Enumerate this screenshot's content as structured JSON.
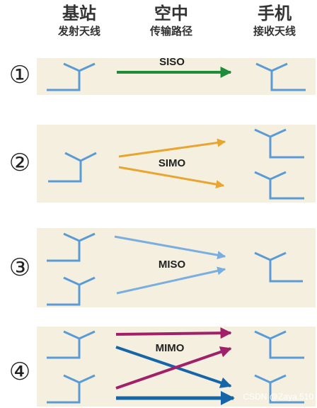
{
  "headers": {
    "base_station": {
      "title": "基站",
      "subtitle": "发射天线"
    },
    "air": {
      "title": "空中",
      "subtitle": "传输路径"
    },
    "phone": {
      "title": "手机",
      "subtitle": "接收天线"
    }
  },
  "rows": [
    {
      "number": "①",
      "label": "SISO",
      "tx_antennas": 1,
      "rx_antennas": 1,
      "arrow_color": "#1e8c3a"
    },
    {
      "number": "②",
      "label": "SIMO",
      "tx_antennas": 1,
      "rx_antennas": 2,
      "arrow_color": "#e8a530"
    },
    {
      "number": "③",
      "label": "MISO",
      "tx_antennas": 2,
      "rx_antennas": 1,
      "arrow_color": "#7aaee0"
    },
    {
      "number": "④",
      "label": "MIMO",
      "tx_antennas": 2,
      "rx_antennas": 2,
      "arrow_colors": [
        "#a0206a",
        "#1565a8"
      ]
    }
  ],
  "colors": {
    "antenna": "#5b9bd5",
    "panel": "#f4efdf"
  },
  "watermark": "CSDN @Zaya.510"
}
